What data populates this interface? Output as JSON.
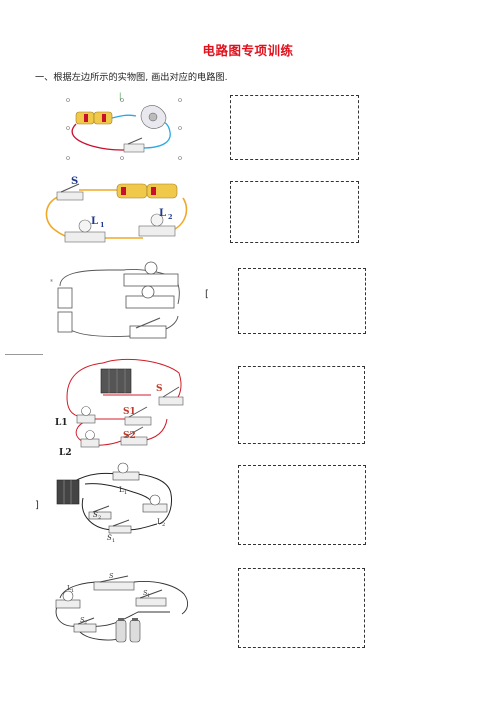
{
  "page": {
    "title": "电路图专项训练",
    "instruction": "一、根据左边所示的实物图, 画出对应的电路图."
  },
  "figures": [
    {
      "id": 1,
      "labels": []
    },
    {
      "id": 2,
      "labels": [
        "S",
        "L",
        "1",
        "L",
        "2"
      ]
    },
    {
      "id": 3,
      "labels": []
    },
    {
      "id": 4,
      "labels": [
        "S",
        "S1",
        "S2",
        "L1",
        "L2"
      ]
    },
    {
      "id": 5,
      "labels": [
        "L",
        "1",
        "L",
        "2",
        "S",
        "2",
        "S",
        "1"
      ]
    },
    {
      "id": 6,
      "labels": [
        "S",
        "L",
        "1",
        "S",
        "1",
        "S",
        "2"
      ]
    }
  ],
  "stray_marks": [
    "[",
    "]"
  ]
}
